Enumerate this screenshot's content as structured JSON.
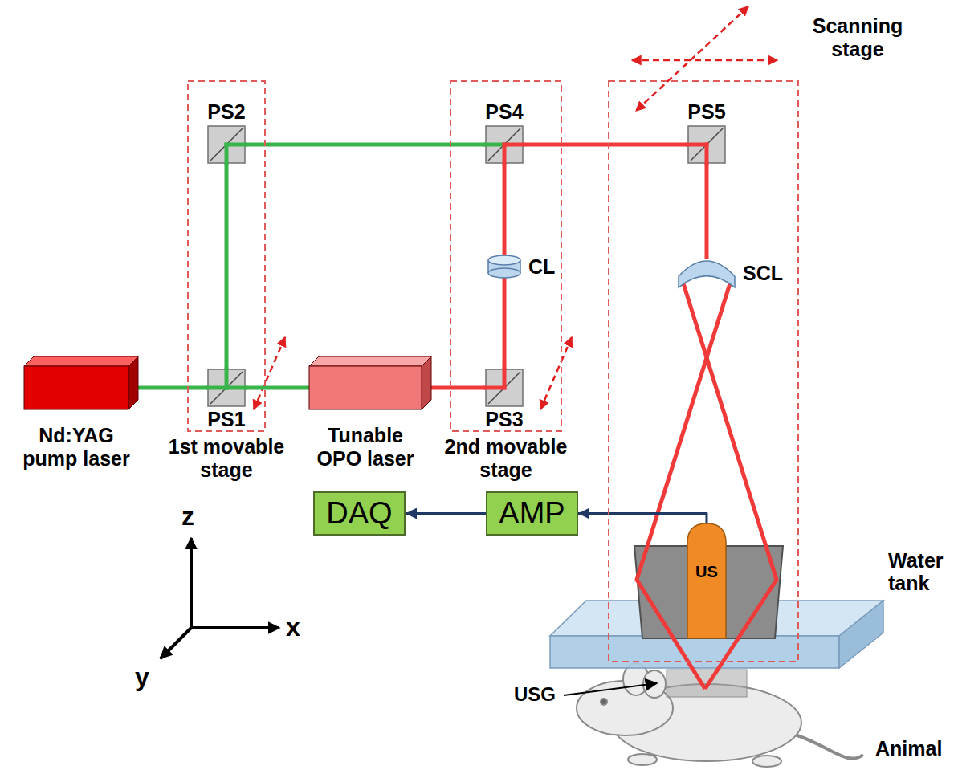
{
  "diagram": {
    "nodes": [
      {
        "text": [
          "Nd:YAG pump laser"
        ]
      },
      {
        "text": [
          "1st movable stage"
        ]
      },
      {
        "text": [
          "PS2"
        ],
        "in": 1
      },
      {
        "text": [
          "PS1"
        ],
        "in": 1
      },
      {
        "text": [
          "Tunable OPO laser"
        ]
      },
      {
        "text": [
          "2nd movable stage"
        ]
      },
      {
        "text": [
          "PS4"
        ],
        "in": 5
      },
      {
        "text": [
          "CL"
        ],
        "in": 5
      },
      {
        "text": [
          "PS3"
        ],
        "in": 5
      },
      {
        "text": [
          "Scanning stage"
        ]
      },
      {
        "text": [
          "PS5"
        ],
        "in": 9
      },
      {
        "text": [
          "SCL"
        ],
        "in": 9
      },
      {
        "text": [
          "US"
        ],
        "in": 9
      },
      {
        "text": [
          "DAQ"
        ]
      },
      {
        "text": [
          "AMP"
        ]
      }
    ],
    "edges": [
      {
        "from": 0,
        "to": 3,
        "arrow": "none"
      },
      {
        "from": 3,
        "to": 2,
        "arrow": "none"
      },
      {
        "from": 3,
        "to": 4,
        "arrow": "none"
      },
      {
        "from": 2,
        "to": 6,
        "arrow": "none"
      },
      {
        "from": 4,
        "to": 8,
        "arrow": "none"
      },
      {
        "from": 8,
        "to": 7,
        "arrow": "none"
      },
      {
        "from": 7,
        "to": 6,
        "arrow": "none"
      },
      {
        "from": 6,
        "to": 10,
        "arrow": "none"
      },
      {
        "from": 10,
        "to": 11,
        "arrow": "none"
      },
      {
        "from": 12,
        "to": 14,
        "arrow": "to"
      },
      {
        "from": 14,
        "to": 13,
        "arrow": "to"
      }
    ],
    "labels": [
      "z",
      "x",
      "y",
      "Water tank",
      "USG",
      "Animal"
    ]
  }
}
